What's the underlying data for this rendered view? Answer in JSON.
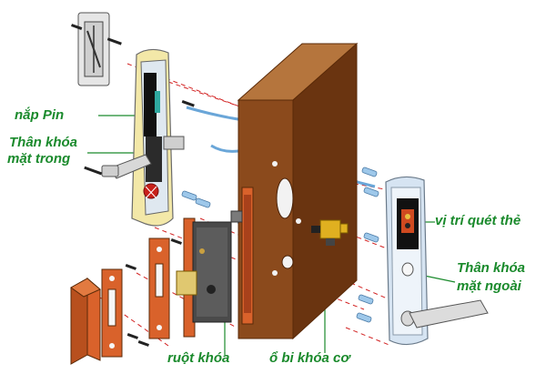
{
  "labels": {
    "battery_cover": "nắp Pin",
    "inner_body_line1": "Thân khóa",
    "inner_body_line2": "mặt trong",
    "card_position": "vị trí quét thẻ",
    "outer_body_line1": "Thân khóa",
    "outer_body_line2": "mặt ngoài",
    "lock_core": "ruột khóa",
    "mechanical_cylinder": "ổ bi khóa cơ"
  },
  "colors": {
    "label_text": "#1a8a2c",
    "door_front": "#8b4a1c",
    "door_top": "#b5753d",
    "door_side": "#6a3410",
    "strike_plate": "#d9622b",
    "guide_lines": "#d22020",
    "lock_body": "#4a4a4a",
    "panel_frame": "#c9d8e8",
    "wire": "#6aa6d8",
    "brass": "#e0b020"
  }
}
